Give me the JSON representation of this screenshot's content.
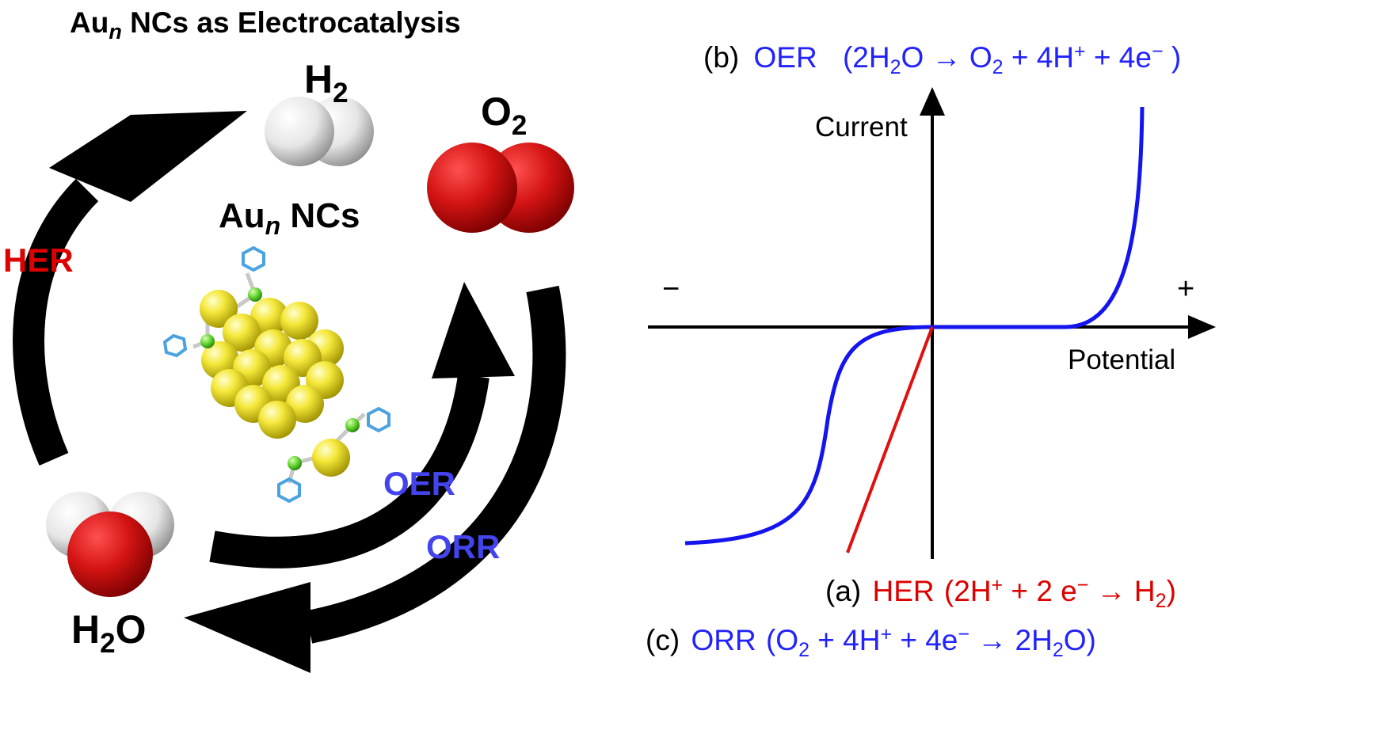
{
  "left_panel": {
    "title": "Au",
    "title_sub": "n",
    "title_rest": " NCs as Electrocatalysis",
    "cluster_label": "Au",
    "cluster_label_sub": "n",
    "cluster_label_rest": " NCs",
    "h2_label": "H",
    "h2_sub": "2",
    "o2_label": "O",
    "o2_sub": "2",
    "h2o_label_h": "H",
    "h2o_label_sub": "2",
    "h2o_label_o": "O",
    "arrow_her": "HER",
    "arrow_oer": "OER",
    "arrow_orr": "ORR"
  },
  "right_panel": {
    "y_axis_label": "Current",
    "x_axis_label": "Potential",
    "minus_sign": "−",
    "plus_sign": "+",
    "oer_tag": "(b)",
    "oer_name": "OER",
    "oer_eq": [
      "(2H",
      "2",
      "O → O",
      "2",
      " + 4H",
      "+",
      " + 4e",
      "−",
      " )"
    ],
    "her_tag": "(a)",
    "her_name": "HER",
    "her_eq": [
      "(2H",
      "+",
      " + 2 e",
      "−",
      " → H",
      "2",
      ")"
    ],
    "orr_tag": "(c)",
    "orr_name": "ORR",
    "orr_eq": [
      "(O",
      "2",
      " + 4H",
      "+",
      " + 4e",
      "−",
      " → 2H",
      "2",
      "O)"
    ]
  },
  "colors": {
    "her": "#dd0000",
    "oer_orr": "#2222ff",
    "curve_red": "#e01010",
    "curve_blue": "#1414ee",
    "gold": "#f2e030",
    "oxygen": "#cc1111",
    "hydrogen": "#e8e8e8",
    "ligand": "#4aa3e0",
    "sulfur": "#66dd33"
  }
}
